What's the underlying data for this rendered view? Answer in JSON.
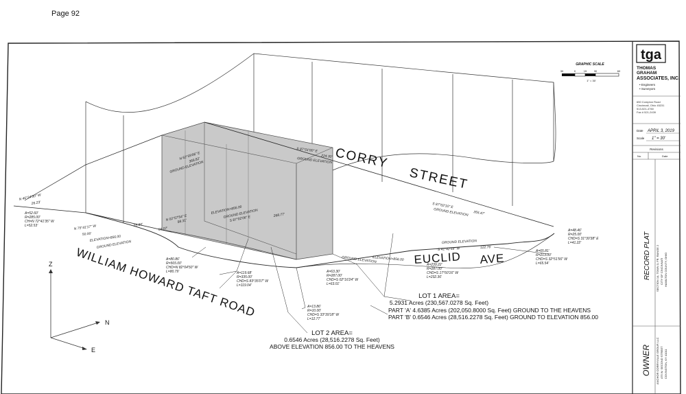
{
  "page_label": "Page 92",
  "graphic_scale": {
    "title": "GRAPHIC SCALE",
    "ticks": [
      "30",
      "0",
      "15",
      "30",
      "60"
    ],
    "ratio": "1\" = 30'"
  },
  "firm": {
    "logo": "tga",
    "name_lines": [
      "THOMAS",
      "GRAHAM",
      "ASSOCIATES, INC."
    ],
    "services": [
      "• Engineers",
      "• Surveyors"
    ],
    "address_lines": [
      "650 Compton Road",
      "Cincinnati, Ohio 45231",
      "513-521-4760",
      "Fax # 521-2439"
    ]
  },
  "dates": {
    "date_label": "Date",
    "date_value": "APRIL 3, 2019",
    "scale_label": "Scale",
    "scale_value": "1\" = 30'",
    "revisions_label": "Revisions",
    "no_label": "No.",
    "rev_date_label": "Date"
  },
  "title_block": {
    "record_plat": "RECORD PLAT",
    "section_lines": [
      "SECTION 14, TOWN 3, FR. RANGE 2",
      "CITY OF CINCINNATI",
      "HAMILTON COUNTY, OHIO"
    ],
    "owner": "OWNER",
    "owner_lines": [
      "ANCHOR CORRYVILLE GROUP, LLC",
      "475 W. SECOND STREET",
      "COVINGTON, KY 41011"
    ]
  },
  "streets": {
    "corry": "CORRY",
    "street": "STREET",
    "euclid": "EUCLID",
    "ave": "AVE",
    "taft": "WILLIAM HOWARD TAFT ROAD"
  },
  "bearings": {
    "b1_line1": "N 62°59'06\" E",
    "b1_line2": "368.82'",
    "b1_ground": "GROUND ELEVATION",
    "b2_line1": "S 87°01'00\" E",
    "b2_line2": "224.30'",
    "b2_ground": "GROUND ELEVATION",
    "b3_line1": "S 87°02'10\" E",
    "b3_line2": "355.47'",
    "b3_ground": "GROUND ELEVATION",
    "b4_line1": "N 02°57'54\" E",
    "b4_line2": "98.31'",
    "b4_elev": "ELEVATION=856.00",
    "b4_ground": "GROUND ELEVATION",
    "b5_line1": "S 87°02'06\" E",
    "b5_line2": "268.77'",
    "b6_line1": "N 46°24'30\" W",
    "b6_line2": "26.23'",
    "b7_line1": "N 75°41'17\" W",
    "b7_line2": "50.00'",
    "b7_len2": "65.80'",
    "b7_elev": "ELEVATION=856.00",
    "b7_ground": "GROUND ELEVATION",
    "b7_len3": "66.07'",
    "b8_line1": "S 41°42'59\" W",
    "b8_line2": "122.76'",
    "b8_ground": "GROUND ELEVATION",
    "b9_elev": "ELEVATION=856.00",
    "b9_ground": "GROUND ELEVATION"
  },
  "curves": {
    "c1": [
      "A=52.60'",
      "R=285.00'",
      "CH=N 72°41'35\" W",
      "L=52.53'"
    ],
    "c2": [
      "A=80.86'",
      "R=565.00'",
      "CHD=N 82°04'50\" W",
      "L=80.79'"
    ],
    "c3": [
      "A=119.68'",
      "R=335.00'",
      "CHD=S 83°35'07\" W",
      "L=119.04'"
    ],
    "c4": [
      "A=63.30'",
      "R=287.00'",
      "CHD=S 02°16'24\" W",
      "L=63.01'"
    ],
    "c5": [
      "A=239.22'",
      "R=287.00'",
      "CHD=S 17°50'16\" W",
      "L=232.36'"
    ],
    "c6": [
      "A=13.86'",
      "R=10.00'",
      "CHD=S 33°39'18\" W",
      "L=12.77'"
    ],
    "c7": [
      "A=48.46'",
      "R=25.00'",
      "CHD=S 31°30'38\" E",
      "L=41.22'"
    ],
    "c8": [
      "A=65.81'",
      "R=213.00'",
      "CHD=S 32°51'56\" W",
      "L=65.54'"
    ]
  },
  "lot1": {
    "title": "LOT 1 AREA=",
    "total": "5.2931 Acres (230,567.0278 Sq. Feet)",
    "part_a": "PART 'A' 4.6385 Acres (202,050.8000 Sq. Feet) GROUND TO THE HEAVENS",
    "part_b": "PART 'B' 0.6546 Acres (28,516.2278 Sq. Feet) GROUND TO ELEVATION 856.00"
  },
  "lot2": {
    "title": "LOT 2 AREA=",
    "total": "0.6546 Acres (28,516.2278 Sq. Feet)",
    "above": "ABOVE ELEVATION 856.00 TO THE HEAVENS"
  },
  "axes": {
    "z": "Z",
    "n": "N",
    "e": "E"
  }
}
